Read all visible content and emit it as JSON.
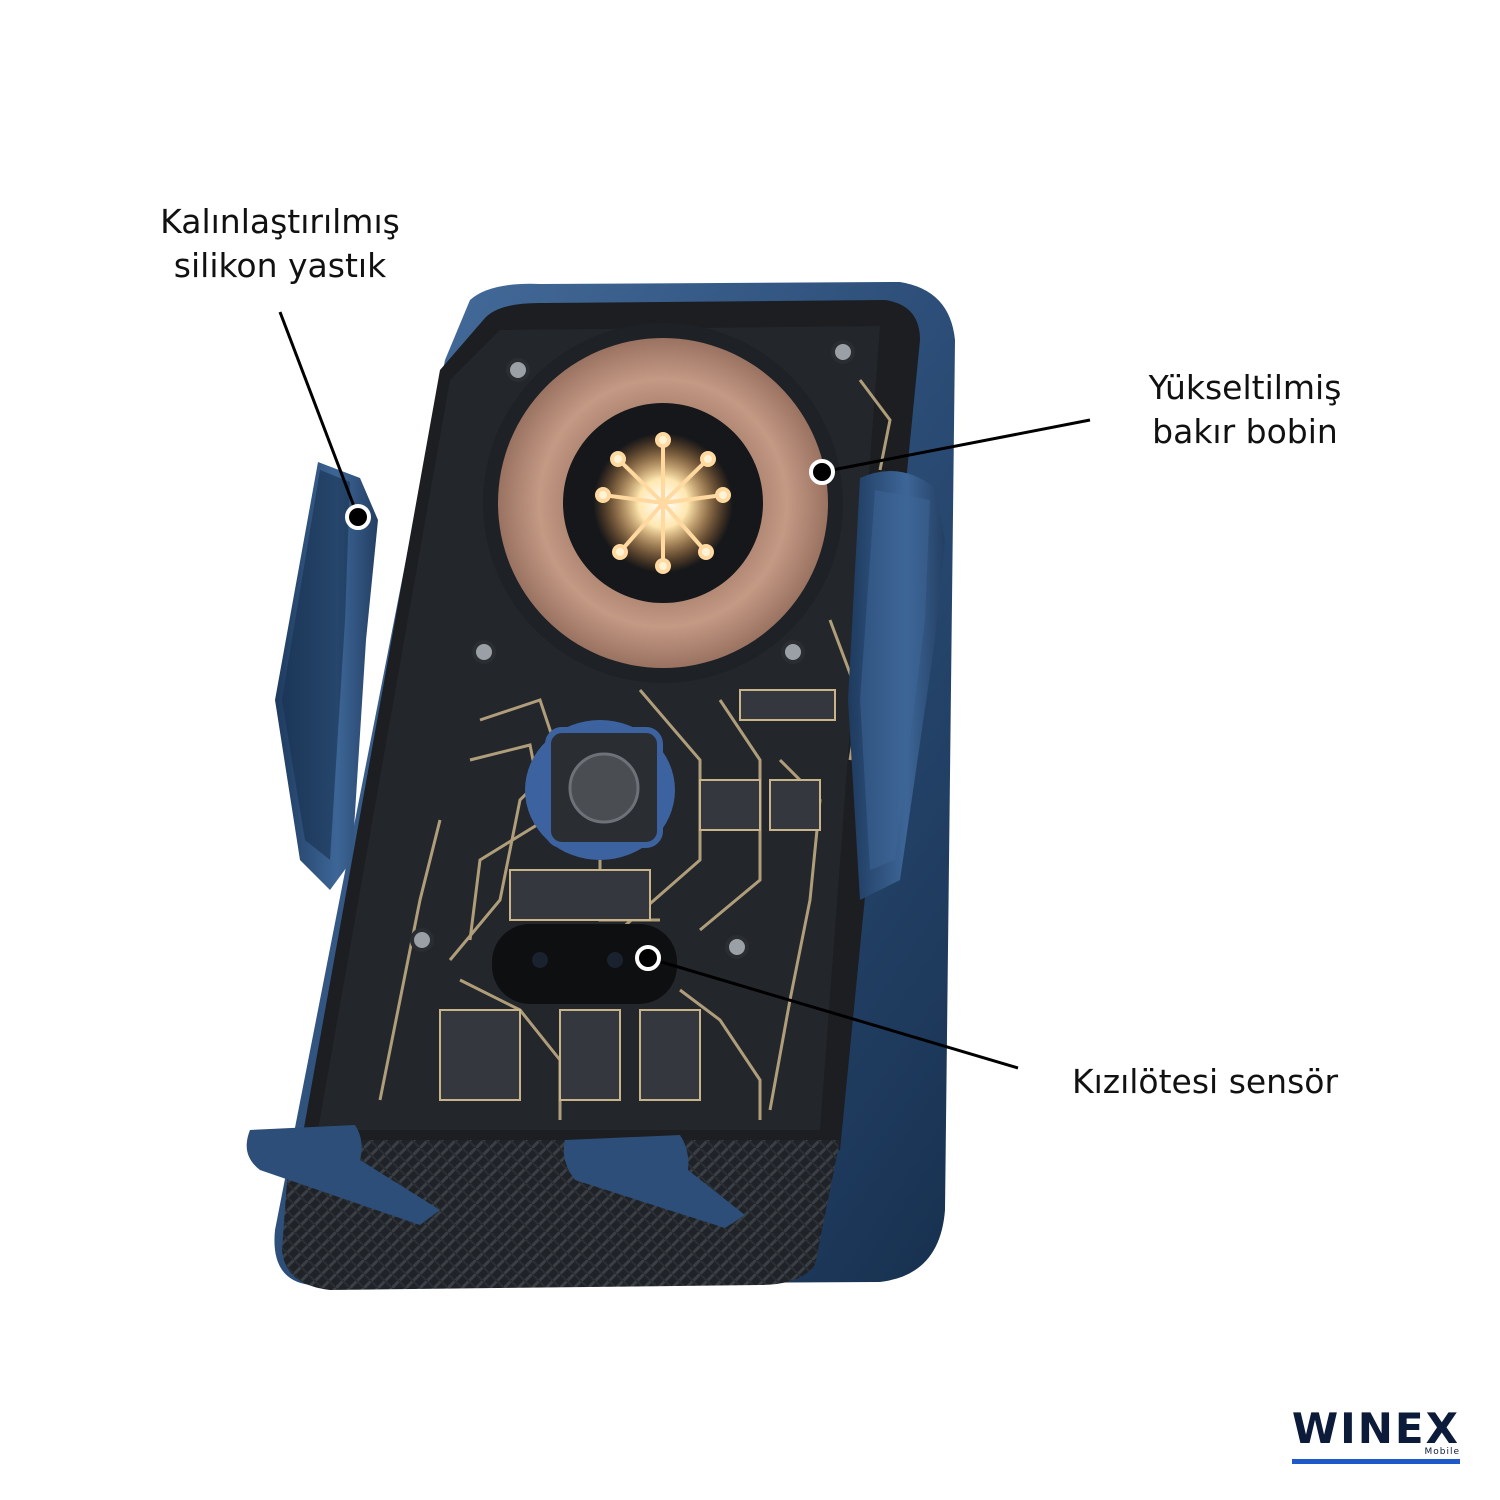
{
  "callouts": {
    "silicone_pad": {
      "line1": "Kalınlaştırılmış",
      "line2": "silikon yastık"
    },
    "copper_coil": {
      "line1": "Yükseltilmiş",
      "line2": "bakır bobin"
    },
    "ir_sensor": {
      "label": "Kızılötesi sensör"
    }
  },
  "logo": {
    "brand": "WINEX",
    "sub": "Mobile"
  },
  "colors": {
    "frame_blue": "#2c4e78",
    "board_dark": "#1c1e22",
    "trace_gold": "#c9b48a",
    "coil_copper": "#b58a74",
    "logo_navy": "#0d1b3a",
    "logo_blue": "#1e58c9"
  }
}
